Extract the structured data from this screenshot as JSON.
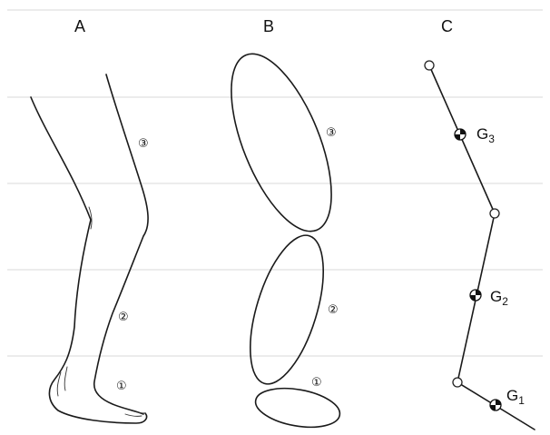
{
  "panels": {
    "a": {
      "label": "A"
    },
    "b": {
      "label": "B"
    },
    "c": {
      "label": "C"
    }
  },
  "segments": {
    "foot": "①",
    "shank": "②",
    "thigh": "③"
  },
  "centers_of_gravity": {
    "g1": {
      "letter": "G",
      "sub": "1"
    },
    "g2": {
      "letter": "G",
      "sub": "2"
    },
    "g3": {
      "letter": "G",
      "sub": "3"
    }
  }
}
